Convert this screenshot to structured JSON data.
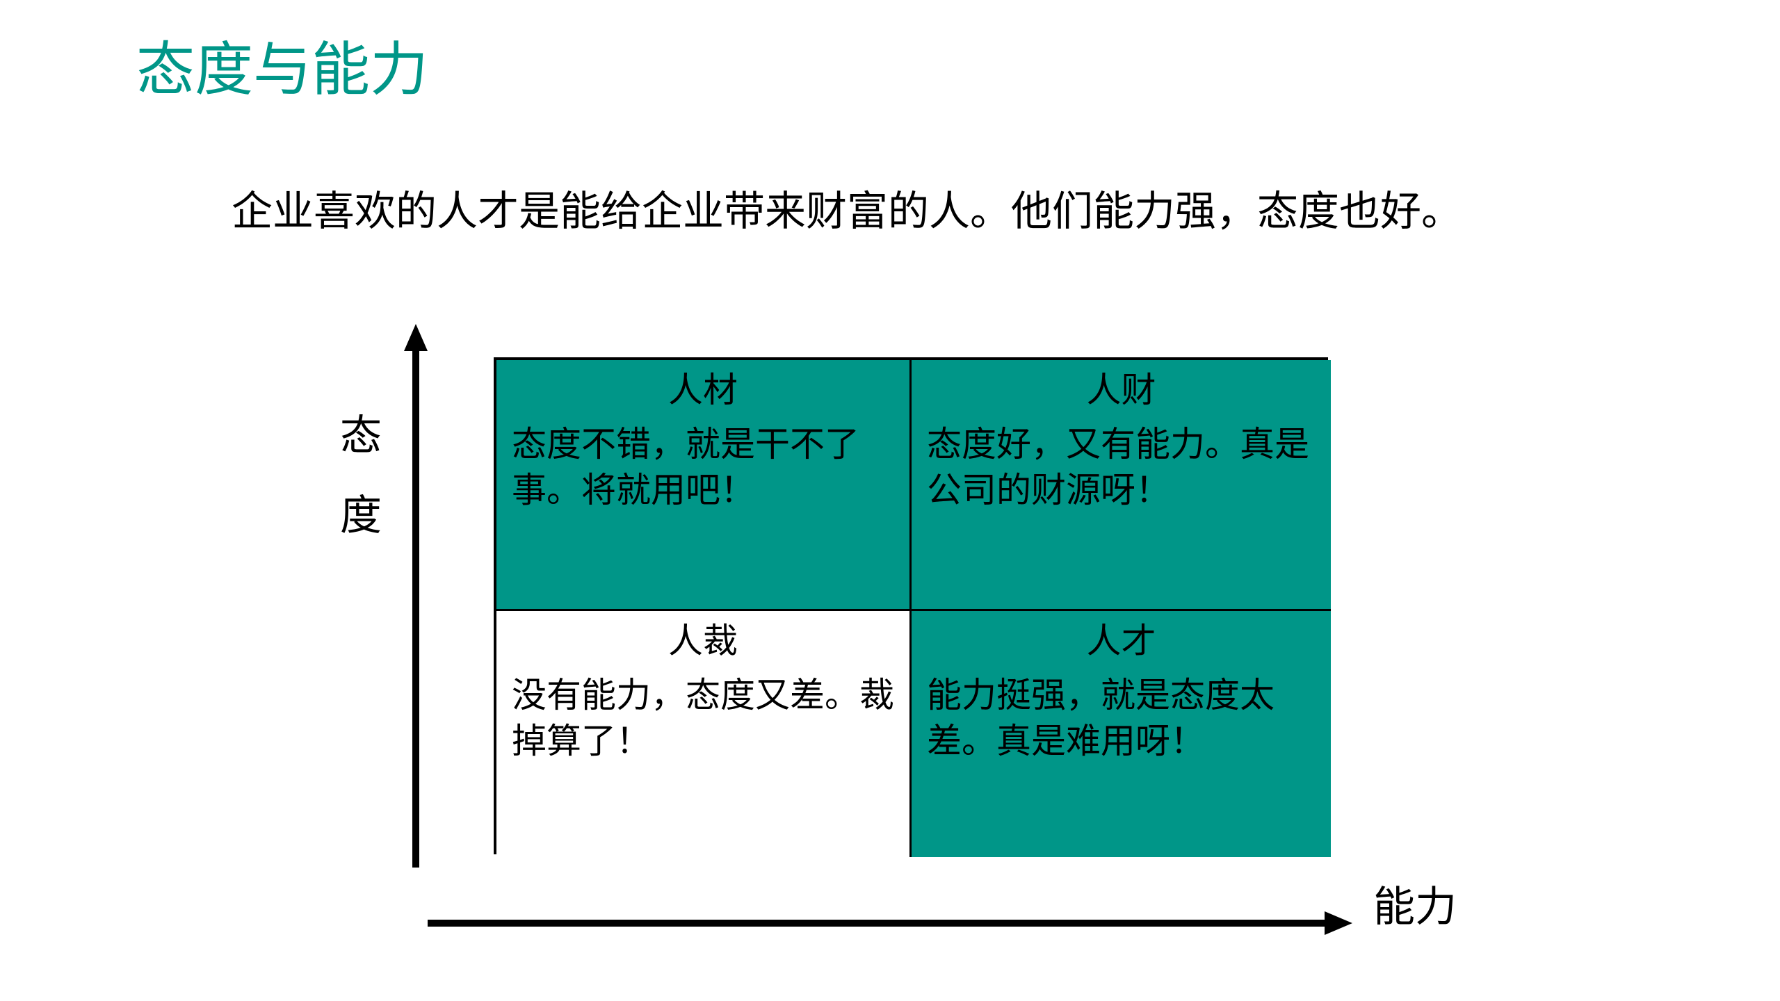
{
  "title": "态度与能力",
  "subtitle": "企业喜欢的人才是能给企业带来财富的人。他们能力强，态度也好。",
  "axes": {
    "y_label_chars": [
      "态",
      "度"
    ],
    "x_label": "能力"
  },
  "quadrants": {
    "top_left": {
      "title": "人材",
      "text": "态度不错，就是干不了事。将就用吧！"
    },
    "top_right": {
      "title": "人财",
      "text": "态度好，又有能力。真是公司的财源呀！"
    },
    "bottom_left": {
      "title": "人裁",
      "text": "没有能力，态度又差。裁掉算了！"
    },
    "bottom_right": {
      "title": "人才",
      "text": "能力挺强，就是态度太差。真是难用呀！"
    }
  },
  "colors": {
    "accent": "#009688",
    "text": "#000000",
    "background": "#ffffff"
  }
}
